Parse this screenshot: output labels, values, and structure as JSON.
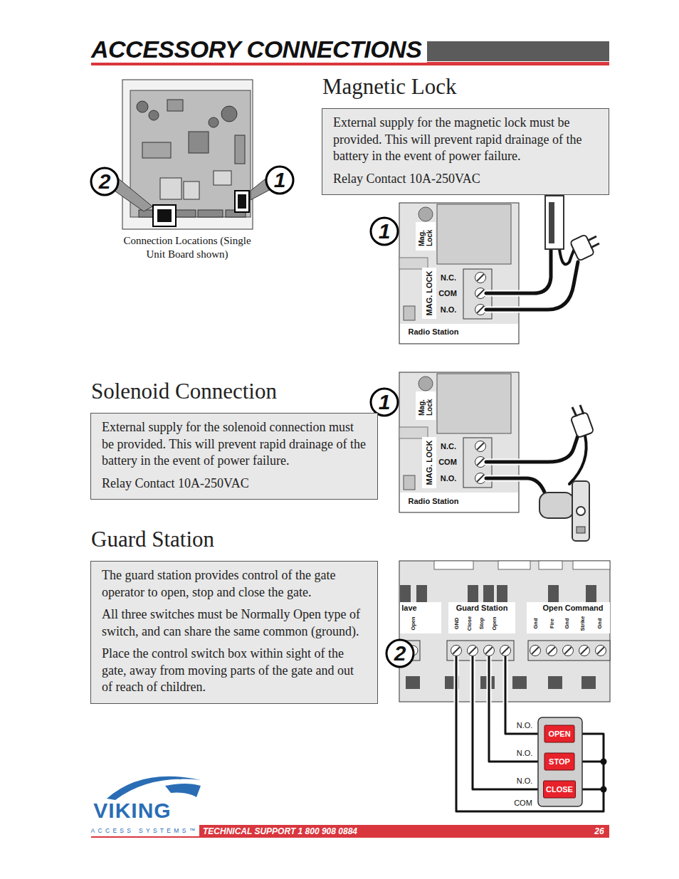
{
  "diagram": {
    "title": "ACCESSORY CONNECTIONS",
    "nodes": [
      {
        "text": [
          "Magnetic Lock",
          "External supply for the magnetic lock must be provided. This will prevent rapid drainage of the battery in the event of power failure.",
          "Relay Contact 10A-250VAC"
        ]
      },
      {
        "text": [
          "Solenoid Connection",
          "External supply for the solenoid connection must be provided. This will prevent rapid drainage of the battery in the event of power failure.",
          "Relay Contact 10A-250VAC"
        ]
      },
      {
        "text": [
          "Guard Station",
          "The guard station provides control of the gate operator to open, stop and close the gate.",
          "All three switches must be Normally Open type of switch, and can share the same common (ground).",
          "Place the control switch box within sight of the gate, away from moving parts of the gate and out of reach of children."
        ]
      },
      {
        "text": [
          "OPEN"
        ]
      },
      {
        "text": [
          "STOP"
        ]
      },
      {
        "text": [
          "CLOSE"
        ]
      }
    ],
    "labels": [
      "2",
      "1",
      "Connection Locations (Single Unit Board shown)",
      "1",
      "Mag. Lock",
      "MAG. LOCK",
      "N.C.",
      "COM",
      "N.O.",
      "Radio Station",
      "1",
      "Mag. Lock",
      "MAG. LOCK",
      "N.C.",
      "COM",
      "N.O.",
      "Radio Station",
      "2",
      "lave",
      "Open",
      "Guard Station",
      "GND",
      "Close",
      "Stop",
      "Open",
      "Open Command",
      "Gnd",
      "Fire",
      "Gnd",
      "Strike",
      "Gnd",
      "N.O.",
      "N.O.",
      "N.O.",
      "COM",
      "VIKING",
      "ACCESS SYSTEMS™",
      "TECHNICAL SUPPORT 1 800 908 0884",
      "26"
    ]
  }
}
